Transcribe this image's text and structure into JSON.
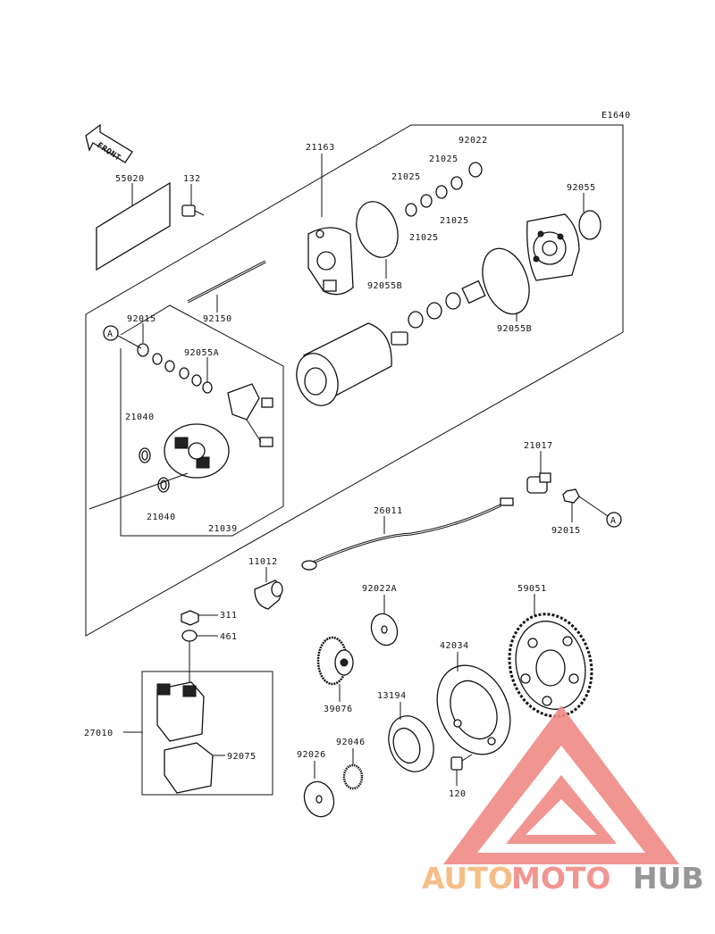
{
  "diagram_code": "E1640",
  "front_label": "FRONT",
  "callout_a": "A",
  "parts": {
    "p55020": "55020",
    "p132": "132",
    "p21163": "21163",
    "p92022": "92022",
    "p21025_1": "21025",
    "p21025_2": "21025",
    "p21025_3": "21025",
    "p21025_4": "21025",
    "p92055": "92055",
    "p92055B_1": "92055B",
    "p92055B_2": "92055B",
    "p92150": "92150",
    "p92015_1": "92015",
    "p92055A": "92055A",
    "p21040_1": "21040",
    "p21040_2": "21040",
    "p21039": "21039",
    "p21017": "21017",
    "p92015_2": "92015",
    "p26011": "26011",
    "p11012": "11012",
    "p311": "311",
    "p461": "461",
    "p27010": "27010",
    "p92075": "92075",
    "p92022A": "92022A",
    "p59051": "59051",
    "p42034": "42034",
    "p39076": "39076",
    "p13194": "13194",
    "p92046": "92046",
    "p92026": "92026",
    "p120": "120"
  },
  "watermark": {
    "word_auto": "AUTO",
    "word_moto": "MOTO",
    "word_hub": "HUB",
    "color_auto": "#f5b87a",
    "color_moto": "#f08a86",
    "color_hub": "#8c8c8c"
  }
}
